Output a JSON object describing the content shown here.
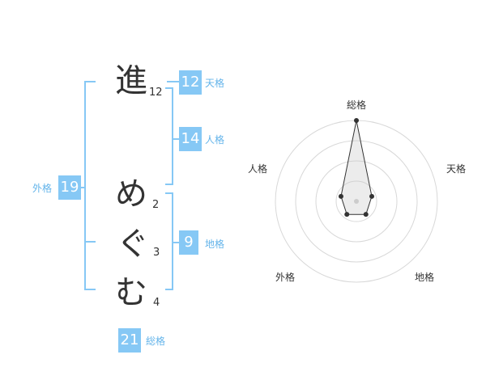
{
  "name_chars": [
    {
      "char": "進",
      "strokes": "12"
    },
    {
      "char": "め",
      "strokes": "2"
    },
    {
      "char": "ぐ",
      "strokes": "3"
    },
    {
      "char": "む",
      "strokes": "4"
    }
  ],
  "kakusu": {
    "tenkaku": {
      "value": "12",
      "label": "天格"
    },
    "jinkaku": {
      "value": "14",
      "label": "人格"
    },
    "chikaku": {
      "value": "9",
      "label": "地格"
    },
    "gaikaku": {
      "value": "19",
      "label": "外格"
    },
    "soukaku": {
      "value": "21",
      "label": "総格"
    }
  },
  "colors": {
    "accent": "#86c8f5",
    "label": "#64b4ea",
    "text": "#333333"
  },
  "chart_data": {
    "type": "radar",
    "axes": [
      "総格",
      "天格",
      "地格",
      "外格",
      "人格"
    ],
    "values": [
      5,
      1,
      1,
      1,
      1
    ],
    "range": [
      0,
      5
    ],
    "rings": 4
  }
}
